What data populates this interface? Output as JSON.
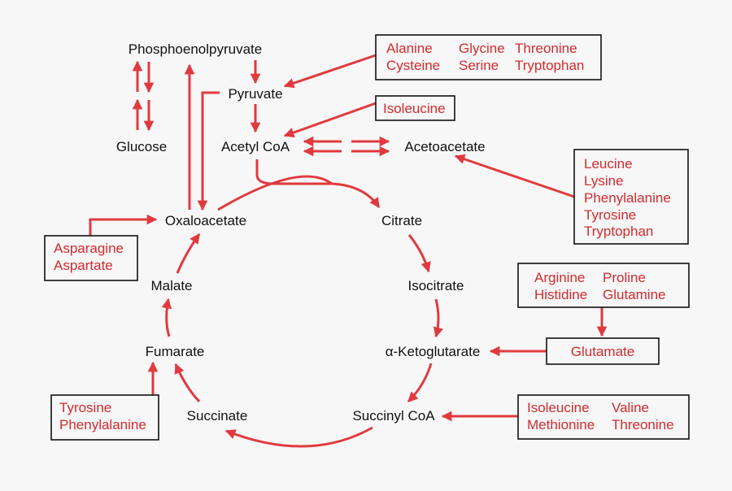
{
  "colors": {
    "arrow": "#e03a3e",
    "amino_acid_text": "#d42a2e",
    "metabolite_text": "#111111",
    "background": "#f7f7f7"
  },
  "metabolites": {
    "phosphoenolpyruvate": "Phosphoenolpyruvate",
    "pyruvate": "Pyruvate",
    "glucose": "Glucose",
    "acetyl_coa": "Acetyl CoA",
    "acetoacetate": "Acetoacetate",
    "oxaloacetate": "Oxaloacetate",
    "citrate": "Citrate",
    "isocitrate": "Isocitrate",
    "malate": "Malate",
    "alpha_ketoglutarate": "α-Ketoglutarate",
    "fumarate": "Fumarate",
    "succinate": "Succinate",
    "succinyl_coa": "Succinyl CoA"
  },
  "amino_acid_boxes": {
    "to_pyruvate": [
      "Alanine",
      "Glycine",
      "Threonine",
      "Cysteine",
      "Serine",
      "Tryptophan"
    ],
    "to_acetyl_coa": [
      "Isoleucine"
    ],
    "to_acetoacetate": [
      "Leucine",
      "Lysine",
      "Phenylalanine",
      "Tyrosine",
      "Tryptophan"
    ],
    "to_oxaloacetate": [
      "Asparagine",
      "Aspartate"
    ],
    "to_glutamate": [
      "Arginine",
      "Proline",
      "Histidine",
      "Glutamine"
    ],
    "to_alpha_ketoglutarate": [
      "Glutamate"
    ],
    "to_succinyl_coa": [
      "Isoleucine",
      "Valine",
      "Methionine",
      "Threonine"
    ],
    "to_fumarate": [
      "Tyrosine",
      "Phenylalanine"
    ]
  }
}
